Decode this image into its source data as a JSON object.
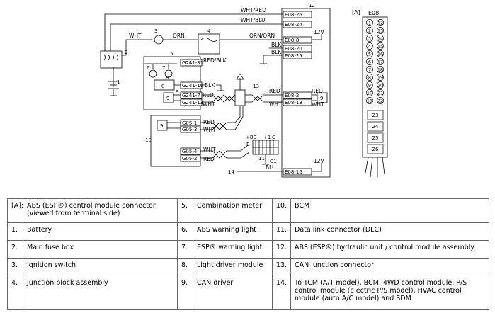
{
  "diagram": {
    "callouts": [
      "1",
      "2",
      "3",
      "4",
      "5",
      "6",
      "7",
      "8",
      "9",
      "10",
      "11",
      "12",
      "13",
      "14"
    ],
    "wire_labels": {
      "wht_red": "WHT/RED",
      "wht_blu": "WHT/BLU",
      "wht": "WHT",
      "orn": "ORN",
      "orn_orn": "ORN/ORN",
      "red_blk": "RED/BLK",
      "blk": "BLK",
      "red": "RED",
      "blu": "BLU"
    },
    "connectors": {
      "e08_26": "E08-26",
      "e08_24": "E08-24",
      "e08_8": "E08-8",
      "e08_20": "E08-20",
      "e08_25": "E08-25",
      "e08_2": "E08-2",
      "e08_13": "E08-13",
      "e08_16": "E08-16",
      "g241_31": "G241-31",
      "g241_16": "G241-16",
      "g241_7": "G241-7",
      "g241_13": "G241-13",
      "g05_1": "G05-1",
      "g05_3": "G05-3",
      "g05_4": "G05-4",
      "g05_2": "G05-2"
    },
    "voltage": "12V",
    "dlc_labels": {
      "plus_bb": "+BB",
      "plus_ig": "+1",
      "g": "G",
      "b": "B",
      "g1": "G1"
    },
    "module_labels": {
      "eight": "8",
      "nine_a": "9",
      "nine_b": "9",
      "nine_c": "9"
    },
    "connector_view": {
      "tag": "[A]",
      "title": "E08",
      "small_pins": [
        "1",
        "2",
        "3",
        "4",
        "5",
        "6",
        "7",
        "8",
        "9",
        "10",
        "11",
        "12",
        "13",
        "14",
        "15",
        "16",
        "17",
        "18",
        "19",
        "20",
        "21",
        "22"
      ],
      "large_pins": [
        "23",
        "24",
        "25",
        "26"
      ]
    }
  },
  "legend": [
    [
      "[A]:",
      "ABS (ESP®) control module connector (viewed from terminal side)",
      "5.",
      "Combination meter",
      "10.",
      "BCM"
    ],
    [
      "1.",
      "Battery",
      "6.",
      "ABS warning light",
      "11.",
      "Data link connector (DLC)"
    ],
    [
      "2.",
      "Main fuse box",
      "7.",
      "ESP® warning light",
      "12.",
      "ABS (ESP®) hydraulic unit / control module assembly"
    ],
    [
      "3.",
      "Ignition switch",
      "8.",
      "Light driver module",
      "13.",
      "CAN junction connector"
    ],
    [
      "4.",
      "Junction block assembly",
      "9.",
      "CAN driver",
      "14.",
      "To TCM (A/T model), BCM, 4WD control module, P/S control module (electric P/S model), HVAC control module (auto A/C model) and SDM"
    ]
  ]
}
